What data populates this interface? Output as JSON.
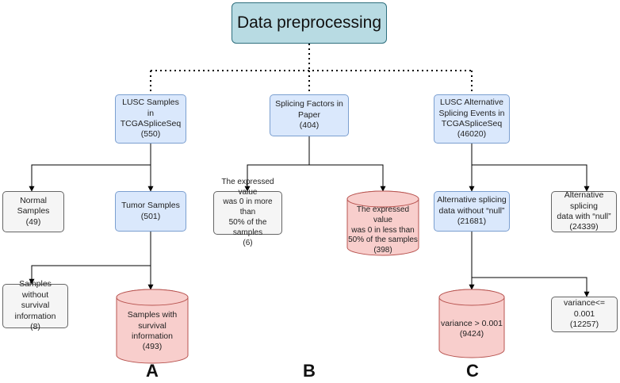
{
  "root": {
    "label": "Data preprocessing"
  },
  "branch_a": {
    "letter": "A",
    "head": "LUSC Samples in\nTCGASpliceSeq\n(550)",
    "normal": "Normal Samples\n(49)",
    "tumor": "Tumor Samples\n(501)",
    "without_survival": "Samples without\nsurvival information\n(8)",
    "with_survival": "Samples with\nsurvival information\n(493)"
  },
  "branch_b": {
    "letter": "B",
    "head": "Splicing Factors in\nPaper\n(404)",
    "more_than": "The expressed value\nwas 0 in more than\n50% of the samples\n(6)",
    "less_than": "The expressed value\nwas 0 in less than\n50% of the samples\n(398)"
  },
  "branch_c": {
    "letter": "C",
    "head": "LUSC Alternative\nSplicing Events in\nTCGASpliceSeq\n(46020)",
    "without_null": "Alternative splicing\ndata without “null”\n(21681)",
    "with_null": "Alternative splicing\ndata with “null”\n(24339)",
    "variance_gt": "variance > 0.001\n(9424)",
    "variance_le": "variance<= 0.001\n(12257)"
  },
  "colors": {
    "root_fill": "#b8dbe3",
    "process_fill": "#dae8fc",
    "terminal_fill": "#f5f5f5",
    "cylinder_fill": "#f8cecc",
    "cylinder_stroke": "#b85450"
  }
}
